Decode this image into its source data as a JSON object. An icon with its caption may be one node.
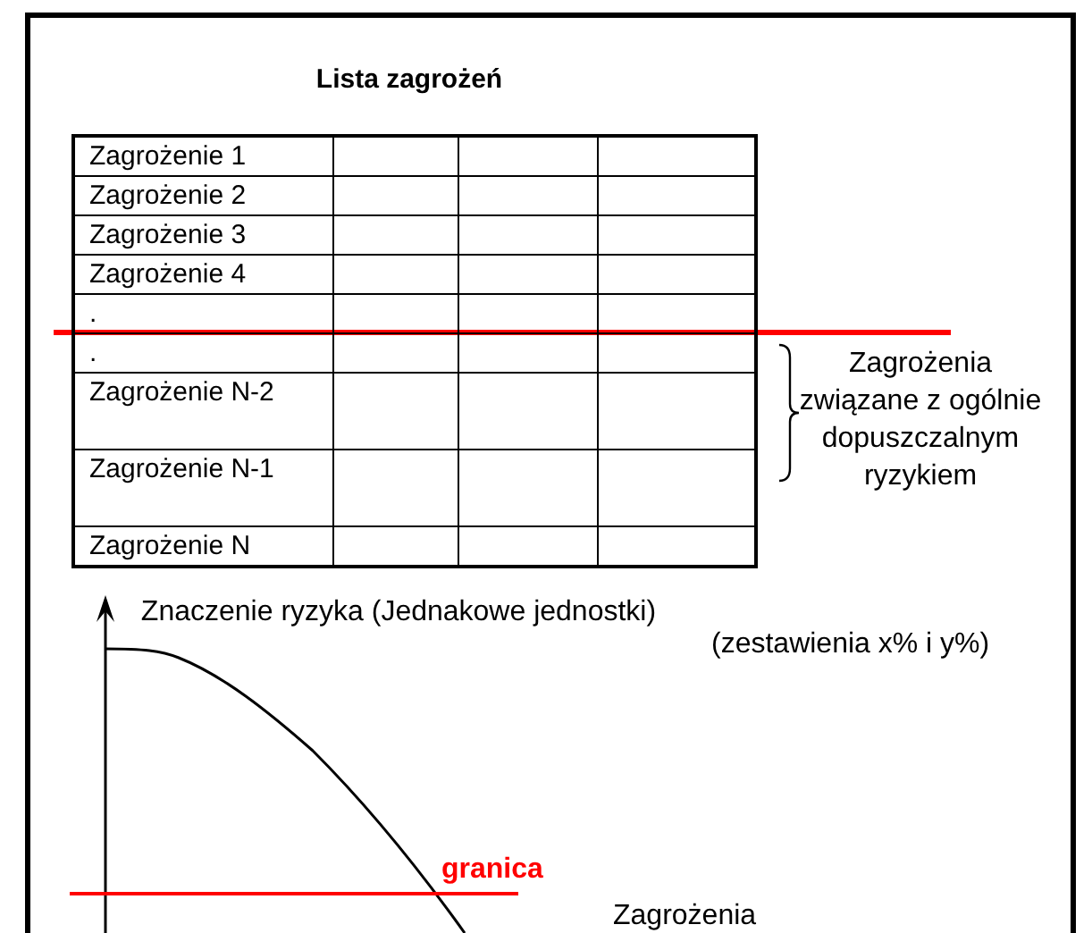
{
  "diagram": {
    "title": "Lista zagrożeń",
    "labels": [
      "Zagrożenie 1",
      "Zagrożenie 2",
      "Zagrożenie 3",
      "Zagrożenie 4",
      ".",
      ".",
      "Zagrożenie N-2",
      "Zagrożenie N-1",
      "Zagrożenie N",
      "Zagrożenia związane z ogólnie dopuszczalnym ryzykiem",
      "Znaczenie ryzyka (Jednakowe jednostki)",
      "(zestawienia x% i y%)",
      "granica",
      "Zagrożenia"
    ]
  }
}
